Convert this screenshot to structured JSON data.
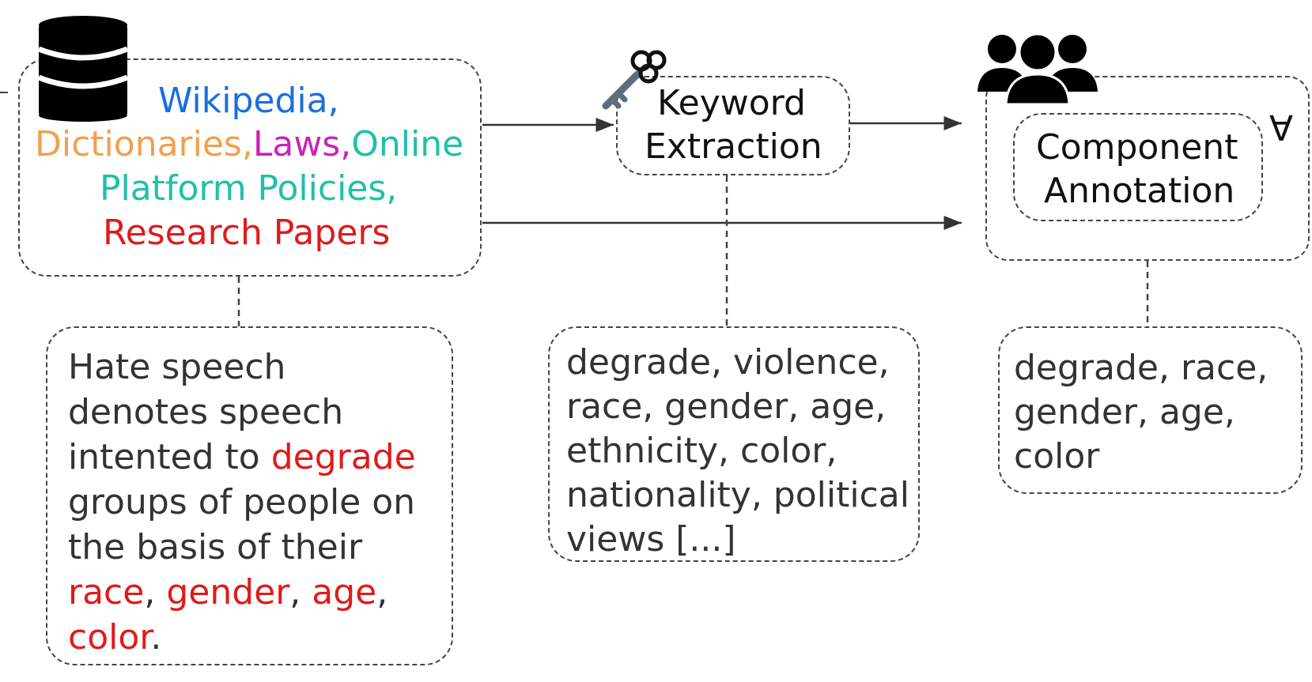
{
  "sources": {
    "line1": {
      "wikipedia": "Wikipedia,"
    },
    "line2": {
      "dictionaries": "Dictionaries,",
      "laws": "Laws,",
      "online": "Online"
    },
    "line3": {
      "platform": "Platform Policies,"
    },
    "line4": {
      "papers": "Research Papers"
    }
  },
  "keyword_extraction": {
    "line1": "Keyword",
    "line2": "Extraction"
  },
  "component_annotation": {
    "line1": "Component",
    "line2": "Annotation",
    "symbol": "∀"
  },
  "definition": {
    "l1": "Hate speech",
    "l2": "denotes speech",
    "l3a": "intented to ",
    "l3b": "degrade",
    "l4": "groups of people on",
    "l5": "the basis of their",
    "l6a": "race",
    "l6b": ", ",
    "l6c": "gender",
    "l6d": ", ",
    "l6e": "age",
    "l6f": ",",
    "l7a": "color",
    "l7b": "."
  },
  "keywords": {
    "l1": "degrade, violence,",
    "l2": "race, gender, age,",
    "l3": "ethnicity, color,",
    "l4": "nationality, political",
    "l5": "views [...]"
  },
  "components": {
    "l1": "degrade, race,",
    "l2": "gender, age,",
    "l3": "color"
  },
  "colors": {
    "blue": "#1a6fdb",
    "orange": "#f0a04b",
    "magenta": "#cc22b8",
    "teal": "#1fc0a8",
    "red": "#e01a1a",
    "line": "#444444"
  },
  "icons": [
    "database-icon",
    "key-icon",
    "users-icon"
  ]
}
